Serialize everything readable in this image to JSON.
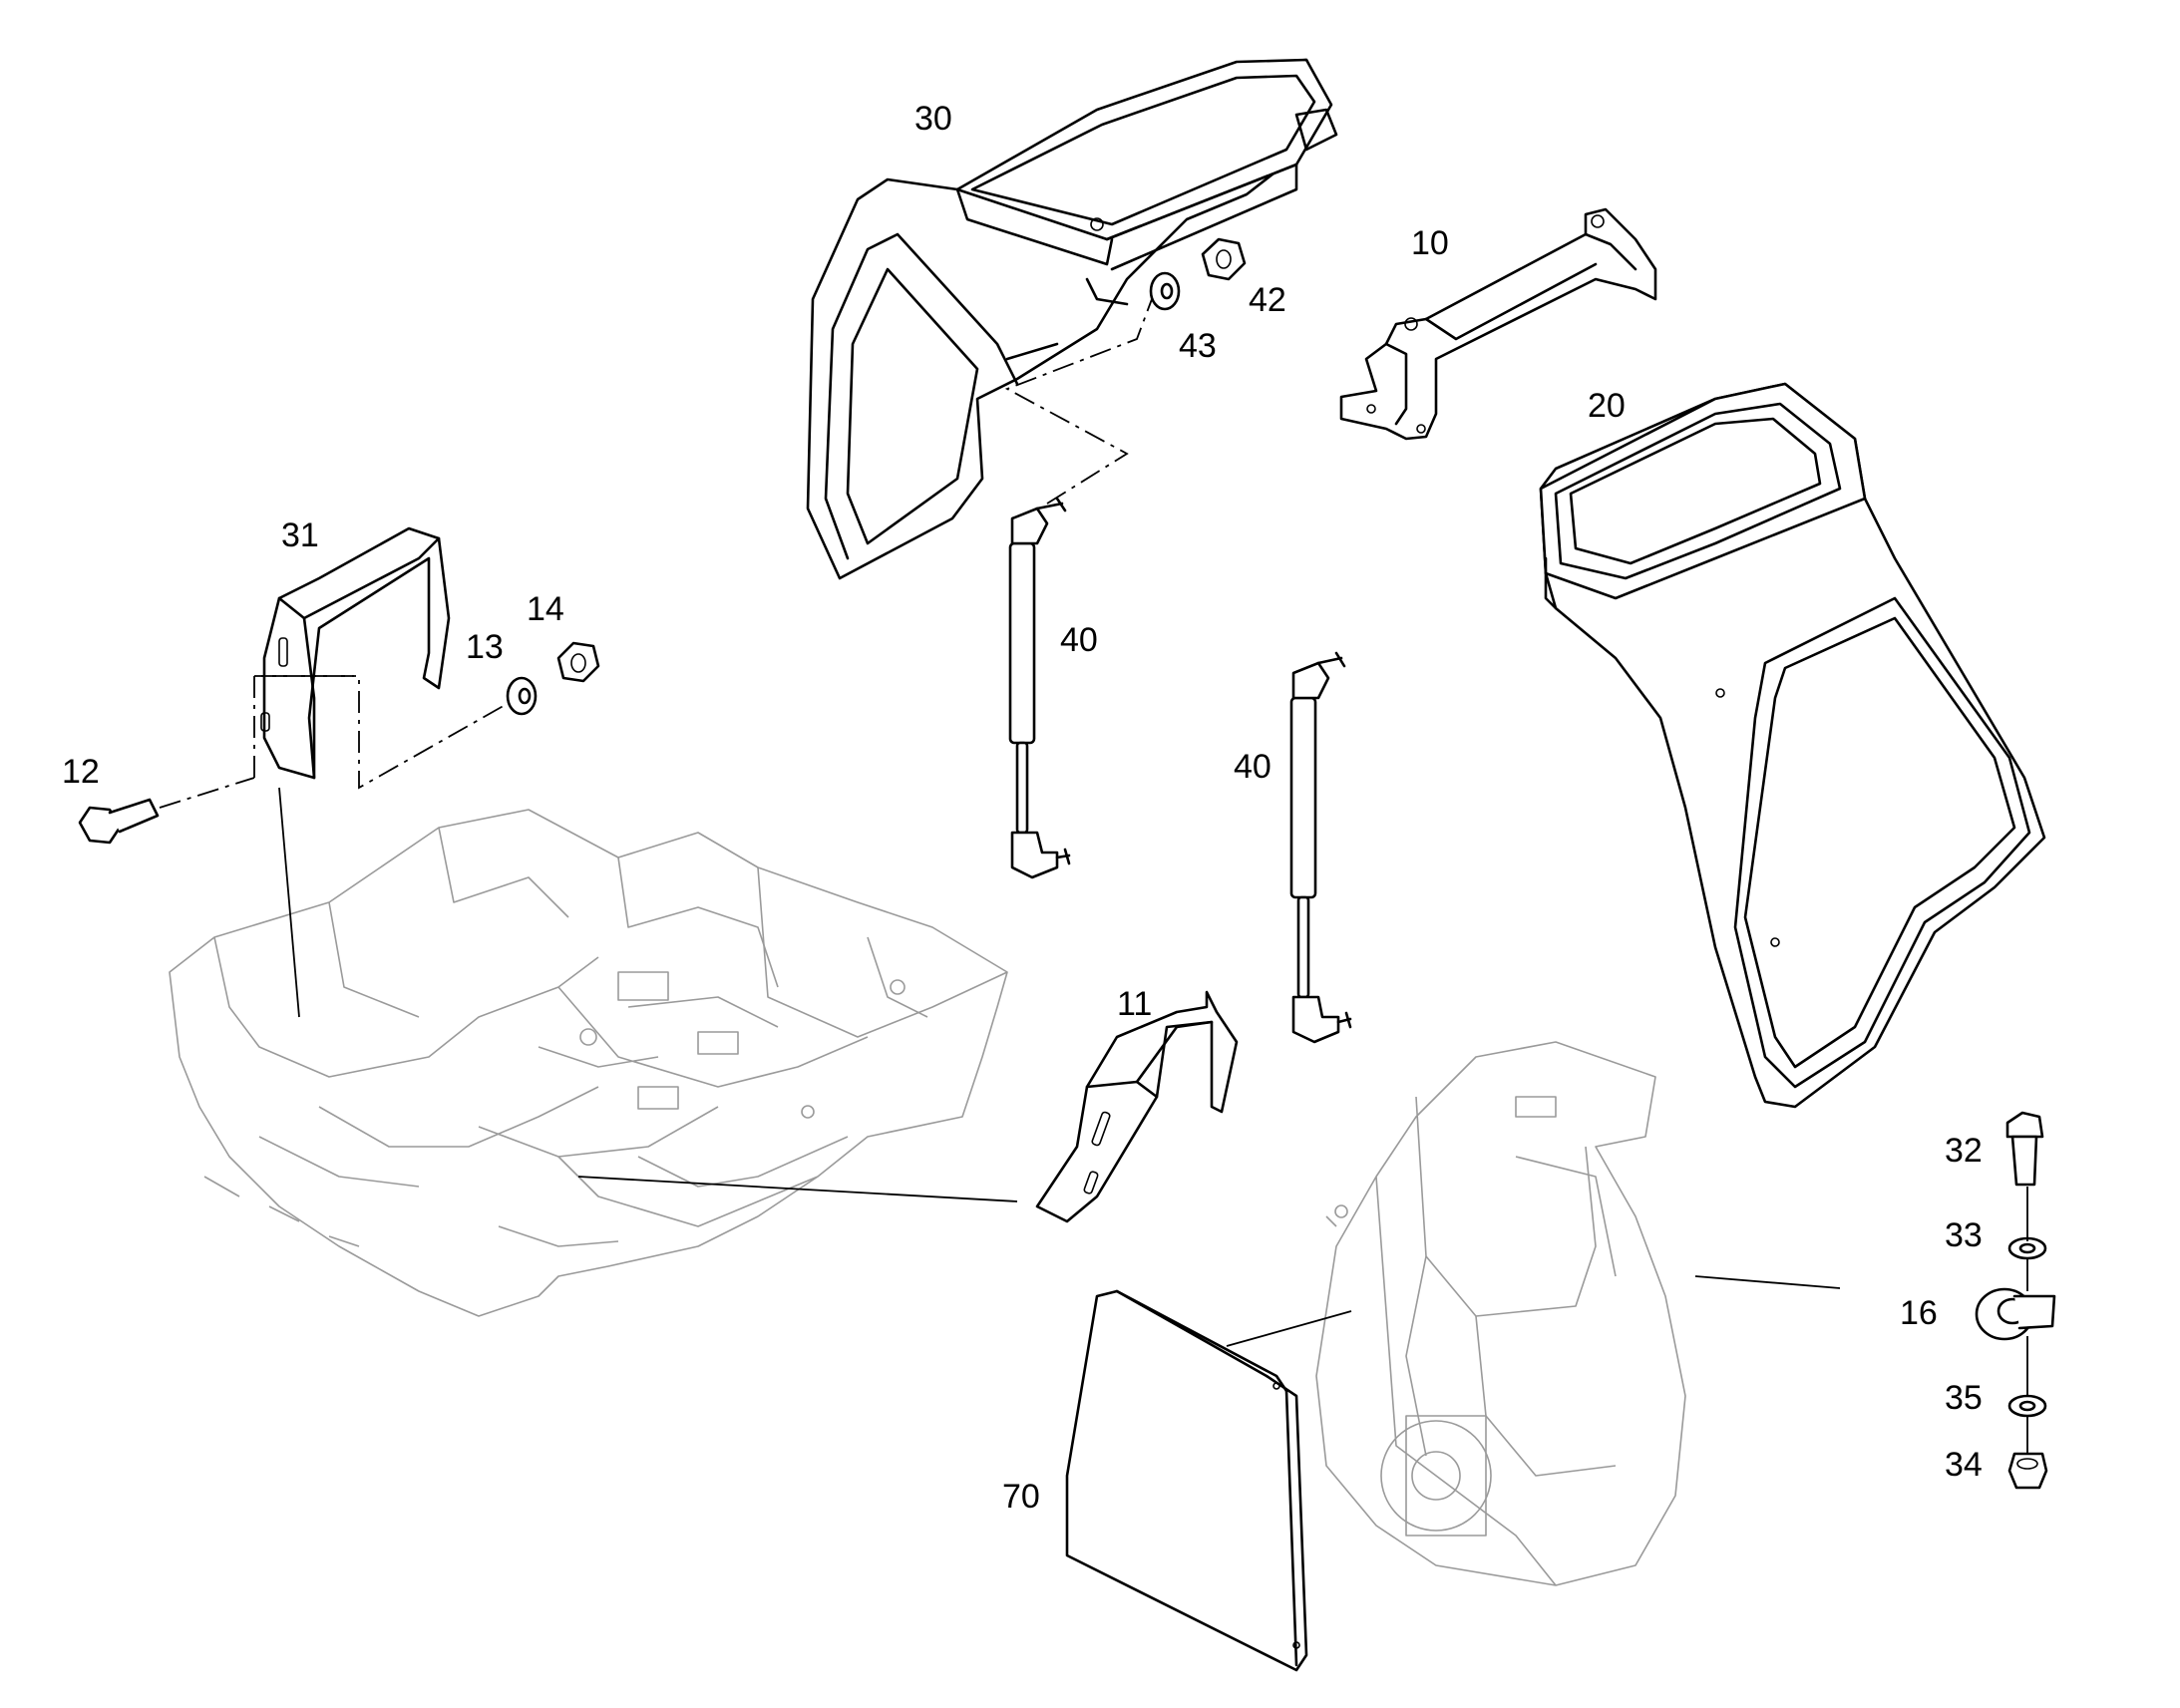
{
  "callouts": {
    "c10": "10",
    "c11": "11",
    "c12": "12",
    "c13": "13",
    "c14": "14",
    "c16": "16",
    "c20": "20",
    "c30": "30",
    "c31": "31",
    "c32": "32",
    "c33": "33",
    "c34": "34",
    "c35": "35",
    "c40a": "40",
    "c40b": "40",
    "c42": "42",
    "c43": "43",
    "c70": "70"
  }
}
